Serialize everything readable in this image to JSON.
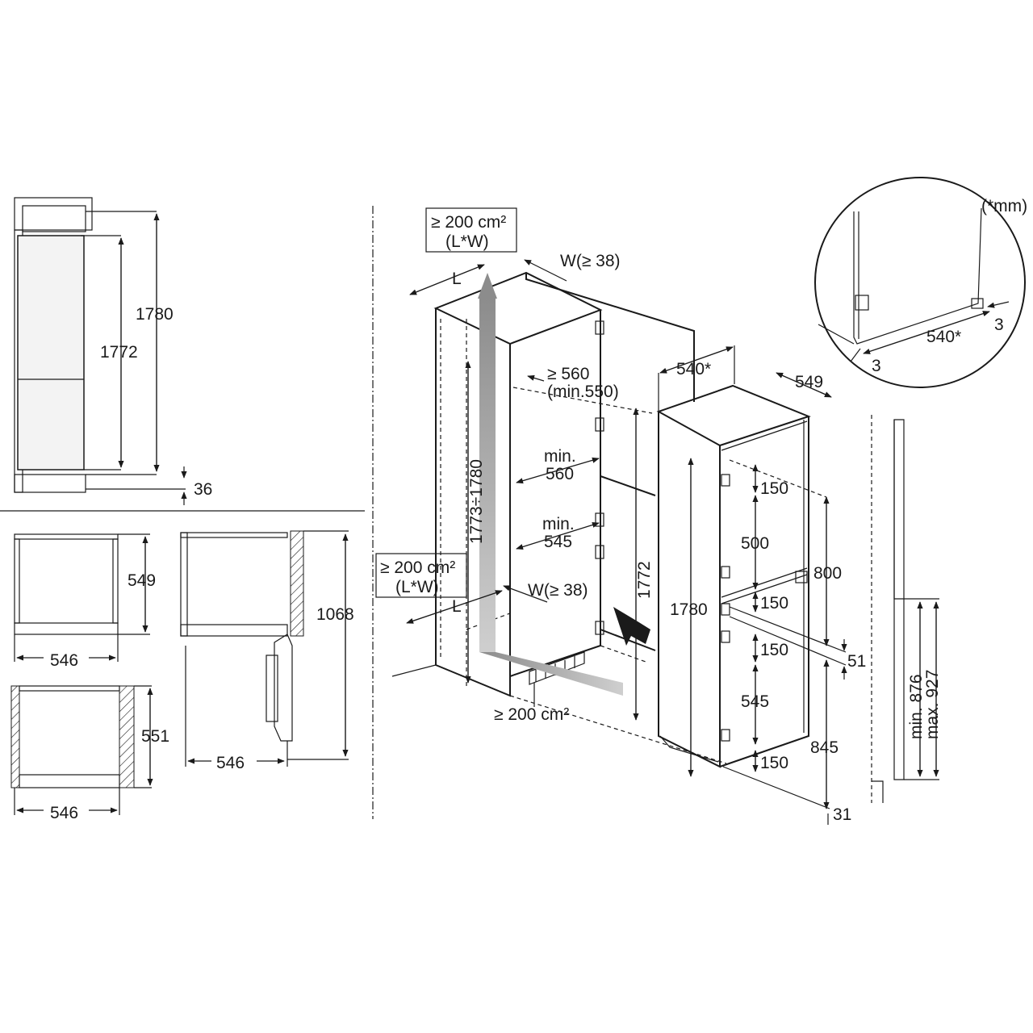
{
  "units_note": "(*mm)",
  "left_side_view": {
    "height_outer": "1780",
    "height_inner": "1772",
    "bottom_gap": "36"
  },
  "top_views": {
    "plan_1_depth": "549",
    "plan_1_width": "546",
    "plan_2_depth": "1068",
    "plan_2_width": "546",
    "plan_3_depth": "551",
    "plan_3_width": "546"
  },
  "niche": {
    "top_vent": "≥ 200 cm²",
    "top_vent_formula": "(L*W)",
    "top_L": "L",
    "top_W": "W(≥ 38)",
    "depth": "≥ 560",
    "depth_min": "(min.550)",
    "width_min_label": "min.",
    "width_min_value": "560",
    "width_min2_label": "min.",
    "width_min2_value": "545",
    "height_range": "1773÷1780",
    "side_vent": "≥ 200 cm²",
    "side_vent_formula": "(L*W)",
    "side_L": "L",
    "side_W": "W(≥ 38)",
    "bottom_vent": "≥ 200 cm²"
  },
  "appliance": {
    "width": "540*",
    "depth": "549",
    "height_niche": "1772",
    "height_total": "1780",
    "hinge_150_a": "150",
    "hinge_500": "500",
    "hinge_150_b": "150",
    "hinge_150_c": "150",
    "hinge_545": "545",
    "hinge_150_d": "150",
    "upper_door": "800",
    "lower_door": "845",
    "gap_51": "51",
    "gap_31": "31"
  },
  "door_profile": {
    "min": "min. 876",
    "max": "max. 927"
  },
  "detail_circle": {
    "width": "540*",
    "gap_right": "3",
    "gap_left": "3"
  }
}
